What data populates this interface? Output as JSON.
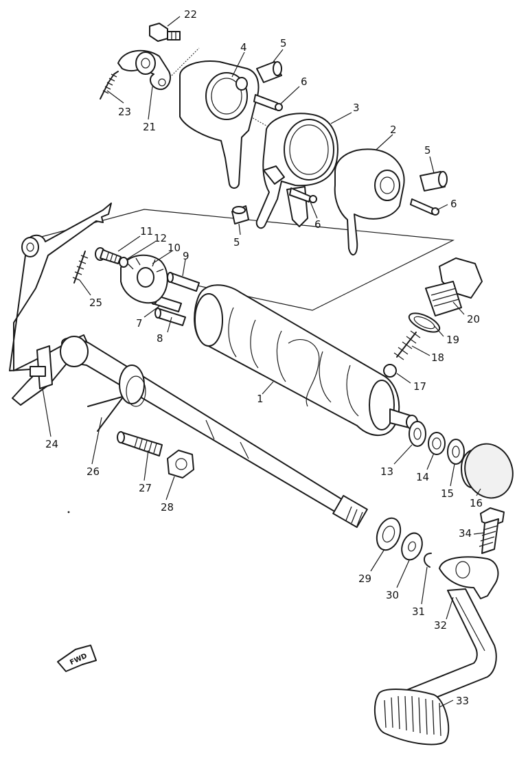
{
  "callouts": {
    "c1": "1",
    "c2": "2",
    "c3": "3",
    "c4": "4",
    "c5a": "5",
    "c5b": "5",
    "c5c": "5",
    "c6a": "6",
    "c6b": "6",
    "c6c": "6",
    "c7": "7",
    "c8": "8",
    "c9": "9",
    "c10": "10",
    "c11": "11",
    "c12": "12",
    "c13": "13",
    "c14": "14",
    "c15": "15",
    "c16": "16",
    "c17": "17",
    "c18": "18",
    "c19": "19",
    "c20": "20",
    "c21": "21",
    "c22": "22",
    "c23": "23",
    "c24": "24",
    "c25": "25",
    "c26": "26",
    "c27": "27",
    "c28": "28",
    "c29": "29",
    "c30": "30",
    "c31": "31",
    "c32": "32",
    "c33": "33",
    "c34": "34"
  },
  "direction_marker": {
    "text": "FWD"
  }
}
